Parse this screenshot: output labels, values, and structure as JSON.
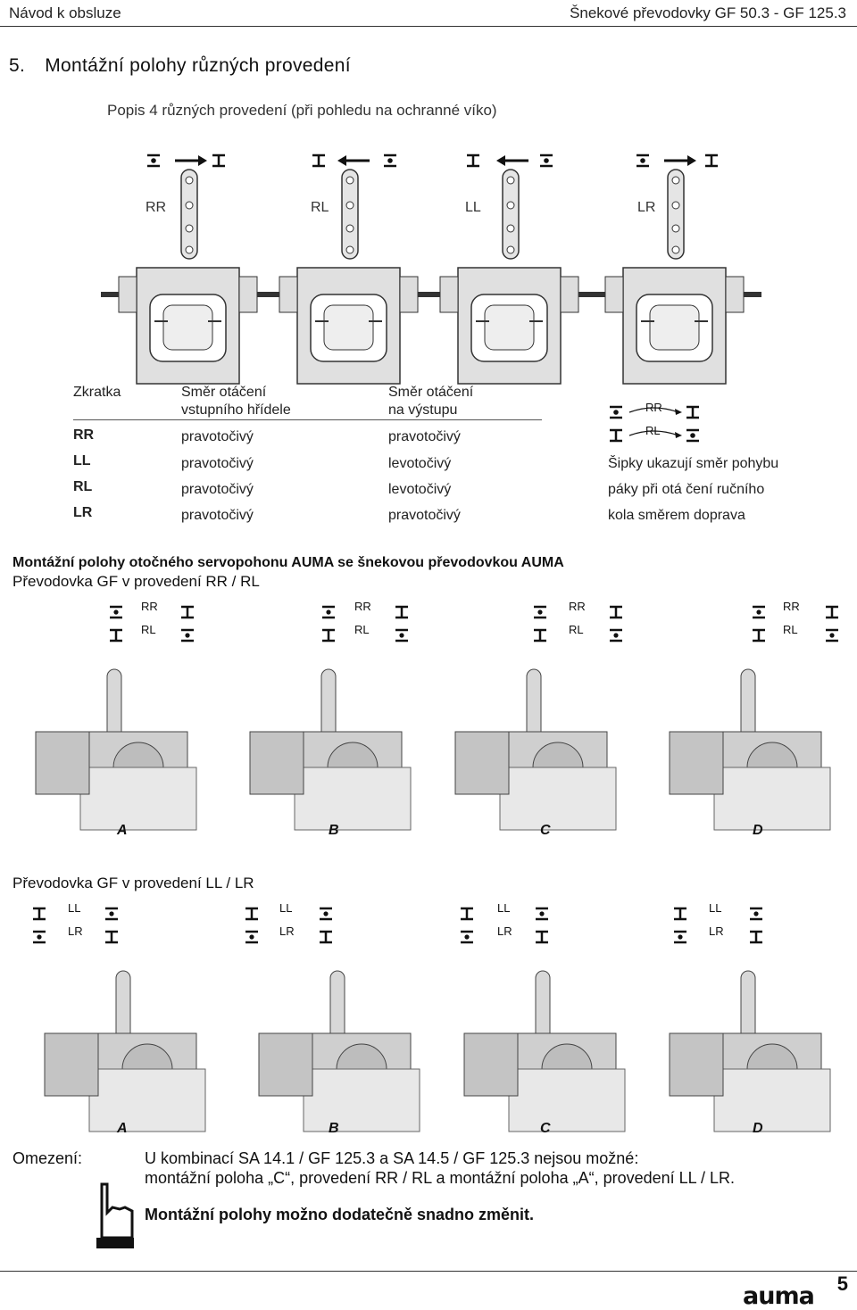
{
  "header": {
    "left": "Návod k obsluze",
    "right": "Šnekové převodovky GF 50.3 - GF 125.3"
  },
  "section": {
    "number": "5.",
    "title": "Montážní polohy různých provedení",
    "subtitle": "Popis 4 různých provedení (při pohledu na ochranné víko)"
  },
  "variants": [
    "RR",
    "RL",
    "LL",
    "LR"
  ],
  "table": {
    "col1": "Zkratka",
    "col2": [
      "Směr otáčení",
      "vstupního hřídele"
    ],
    "col3": [
      "Směr otáčení",
      "na výstupu"
    ],
    "rows": [
      {
        "code": "RR",
        "input": "pravotočivý",
        "output": "pravotočivý"
      },
      {
        "code": "LL",
        "input": "pravotočivý",
        "output": "levotočivý"
      },
      {
        "code": "RL",
        "input": "pravotočivý",
        "output": "levotočivý"
      },
      {
        "code": "LR",
        "input": "pravotočivý",
        "output": "pravotočivý"
      }
    ],
    "legend_top": "RR",
    "legend_bottom": "RL",
    "legend_note": [
      "Šipky ukazují směr pohybu",
      "páky při otá čení ručního",
      "kola směrem doprava"
    ]
  },
  "mount": {
    "title": "Montážní polohy otočného servopohonu AUMA se šnekovou převodovkou AUMA",
    "rrrl": "Převodovka GF v provedení RR / RL",
    "rrrl_top": "RR",
    "rrrl_bottom": "RL",
    "llrl": "Převodovka GF v provedení LL / LR",
    "llrl_top": "LL",
    "llrl_bottom": "LR",
    "letters": [
      "A",
      "B",
      "C",
      "D"
    ]
  },
  "restriction": {
    "label": "Omezení:",
    "line1": "U kombinací SA 14.1 / GF 125.3  a  SA 14.5 / GF 125.3  nejsou možné:",
    "line2": "montážní poloha „C“, provedení RR / RL a  montážní poloha „A“, provedení LL / LR.",
    "line3": "Montážní polohy možno dodatečně snadno změnit."
  },
  "footer": {
    "logo": "auma",
    "page": "5"
  }
}
